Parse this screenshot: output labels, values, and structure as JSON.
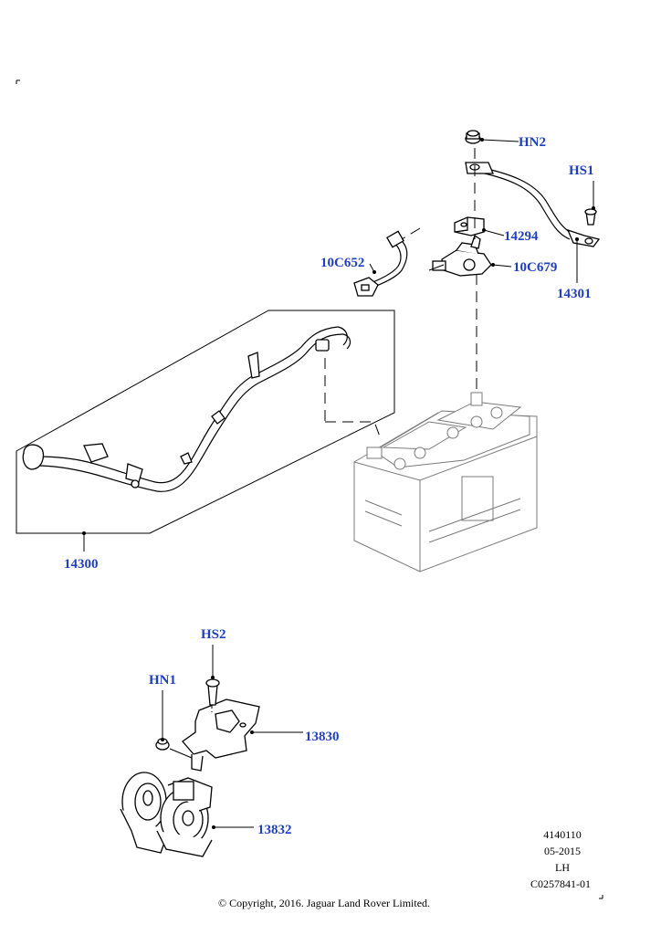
{
  "callouts": {
    "hn2": "HN2",
    "hs1": "HS1",
    "p14294": "14294",
    "p10c652": "10C652",
    "p10c679": "10C679",
    "p14301": "14301",
    "p14300": "14300",
    "hs2": "HS2",
    "hn1": "HN1",
    "p13830": "13830",
    "p13832": "13832"
  },
  "meta": {
    "line1": "4140110",
    "line2": "05-2015",
    "line3": "LH",
    "line4": "C0257841-01"
  },
  "copyright": "© Copyright, 2016. Jaguar Land Rover Limited.",
  "colors": {
    "callout": "#1f3fbf",
    "line": "#000000",
    "battery": "#7a7a7a"
  }
}
